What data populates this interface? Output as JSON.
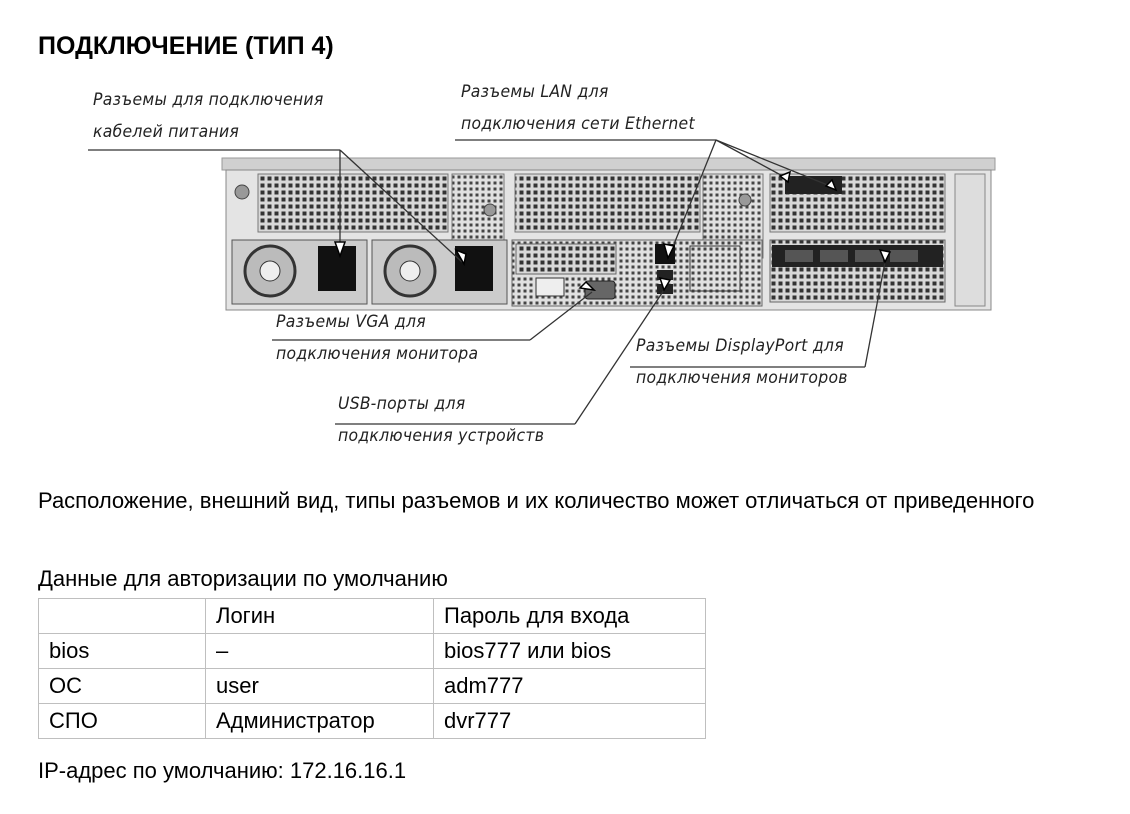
{
  "title": "ПОДКЛЮЧЕНИЕ (ТИП 4)",
  "diagram": {
    "labels": {
      "power": [
        "Разъемы для подключения",
        "кабелей питания"
      ],
      "lan": [
        "Разъемы LAN для",
        "подключения сети Ethernet"
      ],
      "vga": [
        "Разъемы VGA для",
        "подключения монитора"
      ],
      "displayport": [
        "Разъемы DisplayPort для",
        "подключения мониторов"
      ],
      "usb": [
        "USB-порты для",
        "подключения устройств"
      ]
    }
  },
  "note": "Расположение, внешний вид, типы разъемов и их количество может отличаться от приведенного",
  "auth": {
    "caption": "Данные для авторизации по умолчанию",
    "headers": [
      "",
      "Логин",
      "Пароль для входа"
    ],
    "rows": [
      [
        "bios",
        "–",
        "bios777 или bios"
      ],
      [
        "ОС",
        "user",
        "adm777"
      ],
      [
        "СПО",
        "Администратор",
        "dvr777"
      ]
    ]
  },
  "ip": "IP-адрес по умолчанию: 172.16.16.1"
}
